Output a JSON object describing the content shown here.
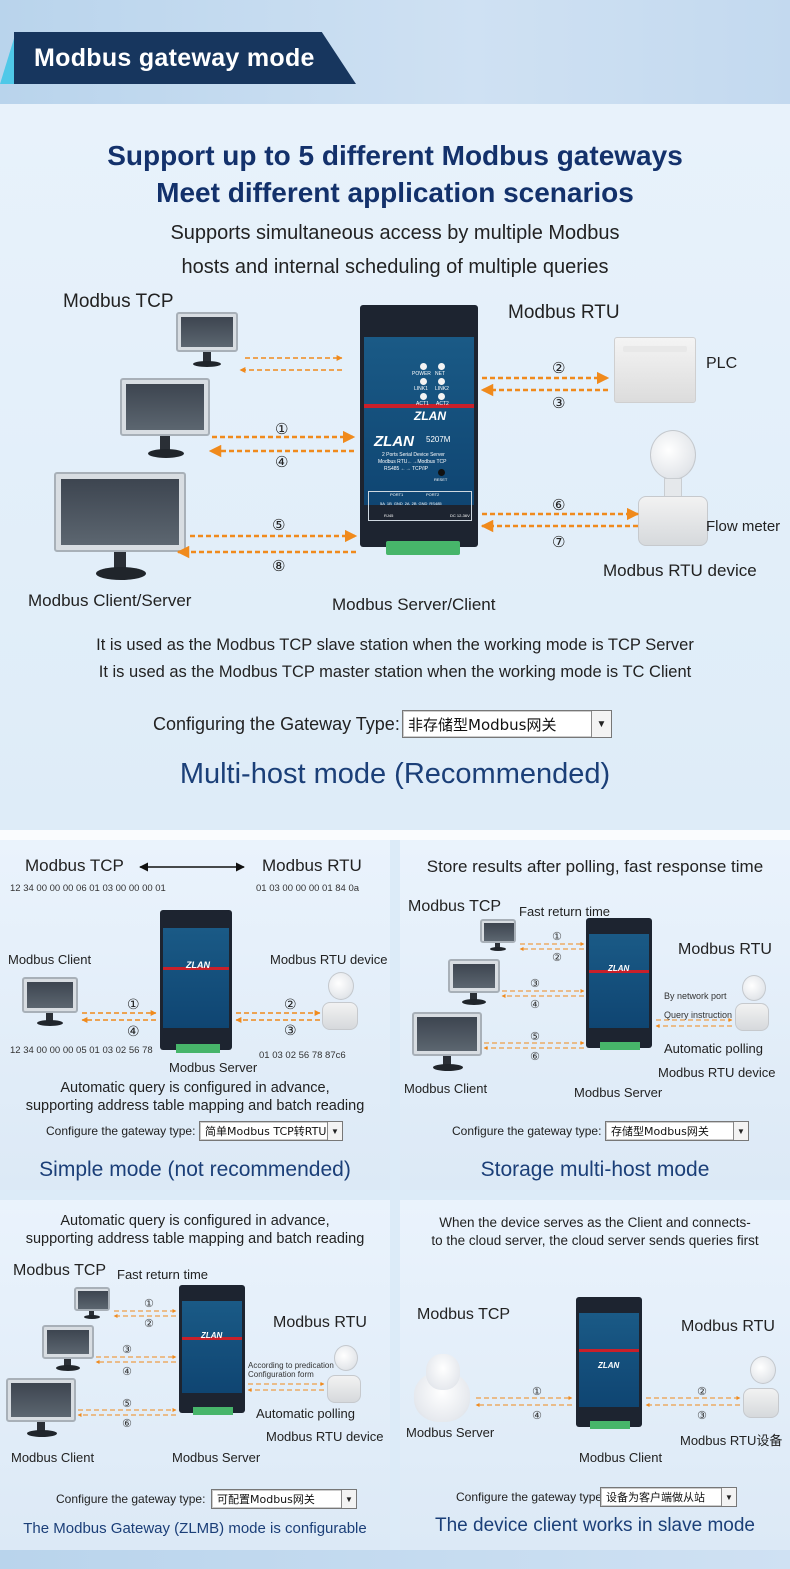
{
  "header": {
    "title": "Modbus gateway mode"
  },
  "main": {
    "headline_1": "Support up to 5 different Modbus gateways",
    "headline_2": "Meet different application scenarios",
    "sub_1": "Supports simultaneous access by multiple Modbus",
    "sub_2": "hosts and internal scheduling of multiple queries",
    "label_tcp": "Modbus TCP",
    "label_rtu": "Modbus RTU",
    "label_plc": "PLC",
    "label_flow": "Flow meter",
    "label_rtu_device": "Modbus RTU device",
    "label_client_server": "Modbus Client/Server",
    "label_server_client": "Modbus Server/Client",
    "steps_left": [
      "①",
      "④",
      "⑤",
      "⑧"
    ],
    "steps_right": [
      "②",
      "③",
      "⑥",
      "⑦"
    ],
    "note_1": "It is used as the Modbus TCP slave station when the working mode is TCP Server",
    "note_2": "It is used as the Modbus TCP master station when the working mode is TC Client",
    "config_label": "Configuring the Gateway Type:",
    "config_value": "非存储型Modbus网关",
    "mode_title": "Multi-host mode (Recommended)"
  },
  "device": {
    "brand": "ZLAN",
    "model": "5207M",
    "desc_1": "2 Ports Serial Device Server",
    "desc_2": "Modbus RTU←→Modbus TCP",
    "desc_3": "RS485 ←→ TCP/IP",
    "led_labels": [
      "POWER",
      "NET",
      "LINK1",
      "LINK2",
      "ACT1",
      "ACT2"
    ],
    "reset": "RESET",
    "port_labels": [
      "PORT1",
      "PORT2"
    ],
    "pin_labels": [
      "5A",
      "1B",
      "GND",
      "2A",
      "2B",
      "GND",
      "RS485"
    ],
    "rj45": "RJ45",
    "power_label": "DC 12-36V"
  },
  "simple": {
    "label_tcp": "Modbus TCP",
    "label_rtu": "Modbus RTU",
    "hex_tcp_req": "12 34 00 00 00 06 01 03 00 00 00 01",
    "hex_rtu_req": "01 03 00 00 00 01 84 0a",
    "label_client": "Modbus Client",
    "label_rtu_device": "Modbus RTU device",
    "steps": [
      "①",
      "④",
      "②",
      "③"
    ],
    "hex_tcp_resp": "12 34 00 00 00 05 01 03 02 56 78",
    "hex_rtu_resp": "01 03 02 56 78 87c6",
    "label_server": "Modbus Server",
    "desc_1": "Automatic query is configured in advance,",
    "desc_2": "supporting address table mapping and batch reading",
    "config_label": "Configure the gateway type:",
    "config_value": "简单Modbus  TCP转RTU",
    "mode_title": "Simple mode (not recommended)"
  },
  "storage": {
    "heading": "Store results after polling, fast response time",
    "label_tcp": "Modbus TCP",
    "fast_return": "Fast return time",
    "label_rtu": "Modbus RTU",
    "by_port": "By network port",
    "query_instr": "Query instruction",
    "auto_poll": "Automatic polling",
    "label_rtu_device": "Modbus RTU device",
    "label_client": "Modbus Client",
    "label_server": "Modbus Server",
    "steps": [
      "①",
      "②",
      "③",
      "④",
      "⑤",
      "⑥"
    ],
    "config_label": "Configure the gateway type:",
    "config_value": "存储型Modbus网关",
    "mode_title": "Storage multi-host mode"
  },
  "configurable": {
    "desc_1": "Automatic query is configured in advance,",
    "desc_2": "supporting address table mapping and batch reading",
    "label_tcp": "Modbus TCP",
    "fast_return": "Fast return time",
    "label_rtu": "Modbus RTU",
    "predict_1": "According to predication",
    "predict_2": "Configuration form",
    "auto_poll": "Automatic polling",
    "label_rtu_device": "Modbus RTU device",
    "label_client": "Modbus Client",
    "label_server": "Modbus Server",
    "steps": [
      "①",
      "②",
      "③",
      "④",
      "⑤",
      "⑥"
    ],
    "config_label": "Configure the gateway type:",
    "config_value": "可配置Modbus网关",
    "mode_title": "The Modbus Gateway (ZLMB) mode is configurable"
  },
  "client_slave": {
    "desc_1": "When the device serves as the Client and connects-",
    "desc_2": "to the cloud server, the cloud server sends queries first",
    "label_tcp": "Modbus TCP",
    "label_rtu": "Modbus RTU",
    "label_server": "Modbus Server",
    "label_client": "Modbus Client",
    "label_rtu_device": "Modbus RTU设备",
    "steps": [
      "①",
      "④",
      "②",
      "③"
    ],
    "config_label": "Configure the gateway type:",
    "config_value": "设备为客户端做从站",
    "mode_title": "The device client works in slave mode"
  },
  "colors": {
    "header_dark": "#17365e",
    "header_accent": "#4fc8e8",
    "headline": "#13316b",
    "arrow": "#f08a1c",
    "device_blue": "#0f4572",
    "device_red": "#c9202a",
    "terminal_green": "#47b56a"
  }
}
